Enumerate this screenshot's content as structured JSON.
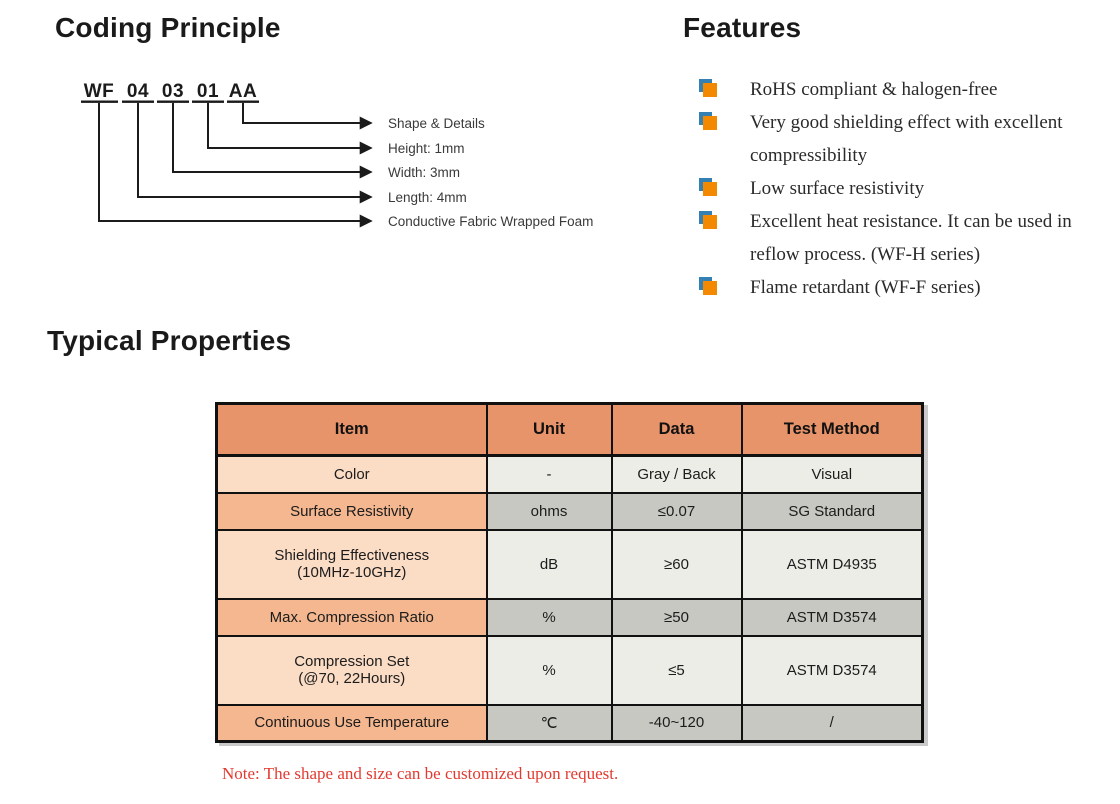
{
  "coding": {
    "title": "Coding Principle",
    "code_segments": [
      "WF",
      "04",
      "03",
      "01",
      "AA"
    ],
    "labels": [
      "Shape & Details",
      "Height: 1mm",
      "Width: 3mm",
      "Length: 4mm",
      "Conductive Fabric Wrapped Foam"
    ]
  },
  "features": {
    "title": "Features",
    "items": [
      "RoHS compliant & halogen-free",
      "Very good shielding effect with excellent compressibility",
      "Low surface resistivity",
      "Excellent heat resistance. It can be used in reflow process. (WF-H series)",
      "Flame retardant (WF-F series)"
    ]
  },
  "properties": {
    "title": "Typical Properties",
    "table": {
      "headers": [
        "Item",
        "Unit",
        "Data",
        "Test Method"
      ],
      "rows": [
        {
          "item": "Color",
          "unit": "-",
          "data": "Gray / Back",
          "test": "Visual"
        },
        {
          "item": "Surface Resistivity",
          "unit": "ohms",
          "data": "≤0.07",
          "test": "SG Standard"
        },
        {
          "item": "Shielding Effectiveness\n(10MHz-10GHz)",
          "unit": "dB",
          "data": "≥60",
          "test": "ASTM D4935"
        },
        {
          "item": "Max. Compression Ratio",
          "unit": "%",
          "data": "≥50",
          "test": "ASTM D3574"
        },
        {
          "item": "Compression Set\n(@70, 22Hours)",
          "unit": "%",
          "data": "≤5",
          "test": "ASTM D3574"
        },
        {
          "item": "Continuous Use Temperature",
          "unit": "℃",
          "data": "-40~120",
          "test": "/"
        }
      ]
    }
  },
  "note": "Note: The shape and size can be customized upon request.",
  "colors": {
    "table_header_bg": "#e8946b",
    "item_cell_light": "#fbdcc5",
    "item_cell_mid": "#f4b78f",
    "value_cell_light": "#ecede7",
    "value_cell_mid": "#c7c8c2",
    "bullet_orange": "#f28900",
    "bullet_blue": "#3580b3",
    "note_red": "#e23a30"
  }
}
